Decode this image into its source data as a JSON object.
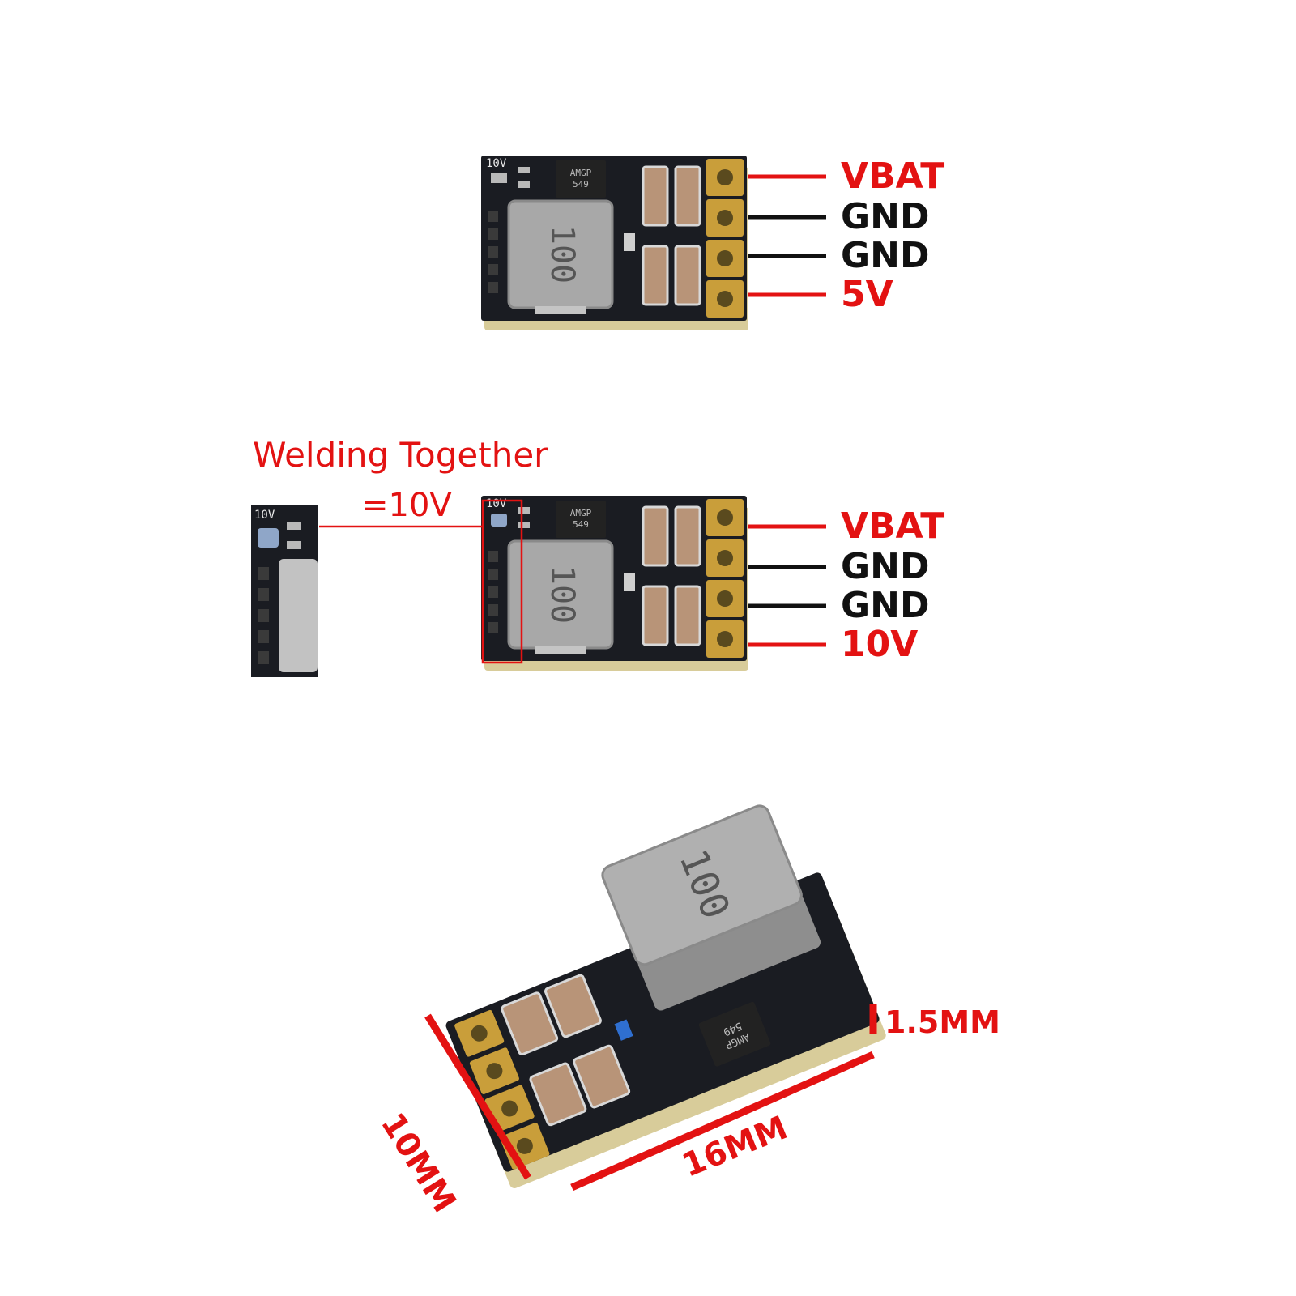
{
  "colors": {
    "accent_red": "#e31212",
    "wire_black": "#111111",
    "pcb": "#1a1c22",
    "pad_gold": "#c99e3a",
    "inductor_silver": "#a8a8a8",
    "capacitor_tan": "#b89478",
    "chip_black": "#222222"
  },
  "module_5v": {
    "pins": [
      {
        "label": "VBAT",
        "wire": "red"
      },
      {
        "label": "GND",
        "wire": "black"
      },
      {
        "label": "GND",
        "wire": "black"
      },
      {
        "label": "5V",
        "wire": "red"
      }
    ],
    "chip_text_line1": "AMGP",
    "chip_text_line2": "549",
    "inductor_text": "100",
    "silkscreen": "10V"
  },
  "module_10v": {
    "pins": [
      {
        "label": "VBAT",
        "wire": "red"
      },
      {
        "label": "GND",
        "wire": "black"
      },
      {
        "label": "GND",
        "wire": "black"
      },
      {
        "label": "10V",
        "wire": "red"
      }
    ],
    "chip_text_line1": "AMGP",
    "chip_text_line2": "549",
    "inductor_text": "100",
    "silkscreen": "10V",
    "welding_note_line1": "Welding Together",
    "welding_note_line2": "=10V"
  },
  "dimensions": {
    "width": "16MM",
    "height": "10MM",
    "thickness": "1.5MM"
  }
}
